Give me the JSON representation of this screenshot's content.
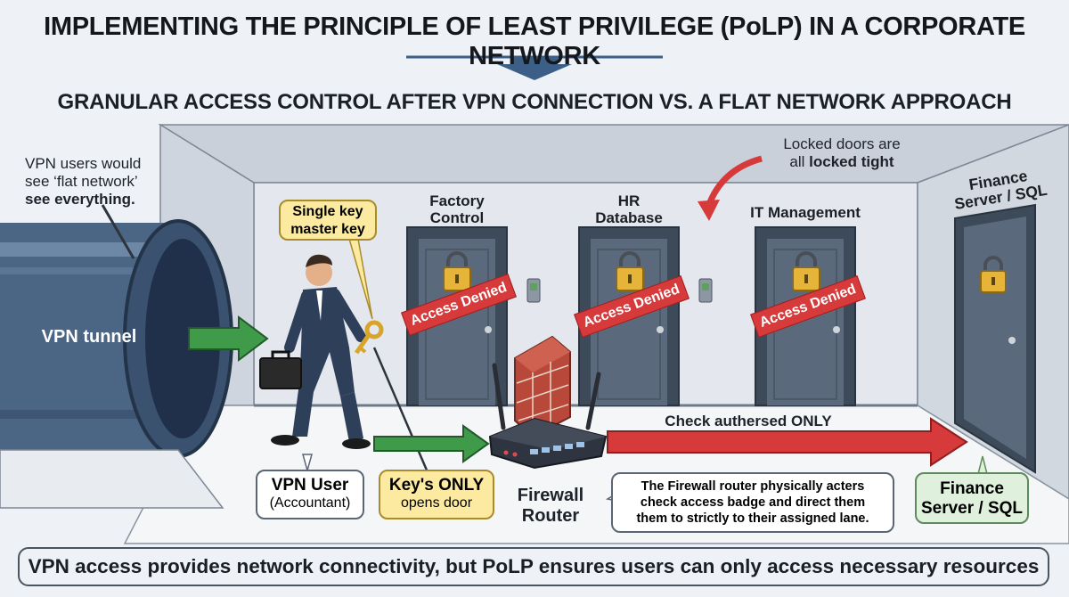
{
  "title": "IMPLEMENTING THE PRINCIPLE OF LEAST PRIVILEGE (PoLP) IN A CORPORATE NETWORK",
  "subtitle": "GRANULAR ACCESS CONTROL AFTER VPN CONNECTION VS. A FLAT NETWORK APPROACH",
  "flat_note": {
    "line1": "VPN users would",
    "line2": "see ‘flat network’",
    "line3": "see everything."
  },
  "tunnel_label": "VPN tunnel",
  "master_key": {
    "line1": "Single key",
    "line2": "master key"
  },
  "locked_note": {
    "line1": "Locked doors are",
    "line2_prefix": "all ",
    "line2_bold": "locked tight"
  },
  "doors": [
    {
      "label_line1": "Factory",
      "label_line2": "Control",
      "badge": "Access Denied"
    },
    {
      "label_line1": "HR",
      "label_line2": "Database",
      "badge": "Access Denied"
    },
    {
      "label_line1": "IT Management",
      "label_line2": "",
      "badge": "Access Denied"
    }
  ],
  "finance_door": {
    "line1": "Finance",
    "line2": "Server / SQL"
  },
  "check_label": "Check authersed ONLY",
  "vpn_user": {
    "line1": "VPN User",
    "line2": "(Accountant)"
  },
  "key_only": {
    "line1": "Key's ONLY",
    "line2": "opens door"
  },
  "firewall": {
    "line1": "Firewall",
    "line2": "Router"
  },
  "firewall_note": {
    "line1": "The Firewall router physically acters",
    "line2": "check access badge and direct them",
    "line3": "them to strictly to their assigned lane."
  },
  "finance_box": {
    "line1": "Finance",
    "line2": "Server / SQL"
  },
  "bottom_text": "VPN access provides network connectivity, but PoLP ensures users can only access necessary resources",
  "colors": {
    "accent_blue": "#3b5f86",
    "deny_red": "#d63a3a",
    "flow_green": "#3f9a4a",
    "brick": "#b8493a"
  }
}
